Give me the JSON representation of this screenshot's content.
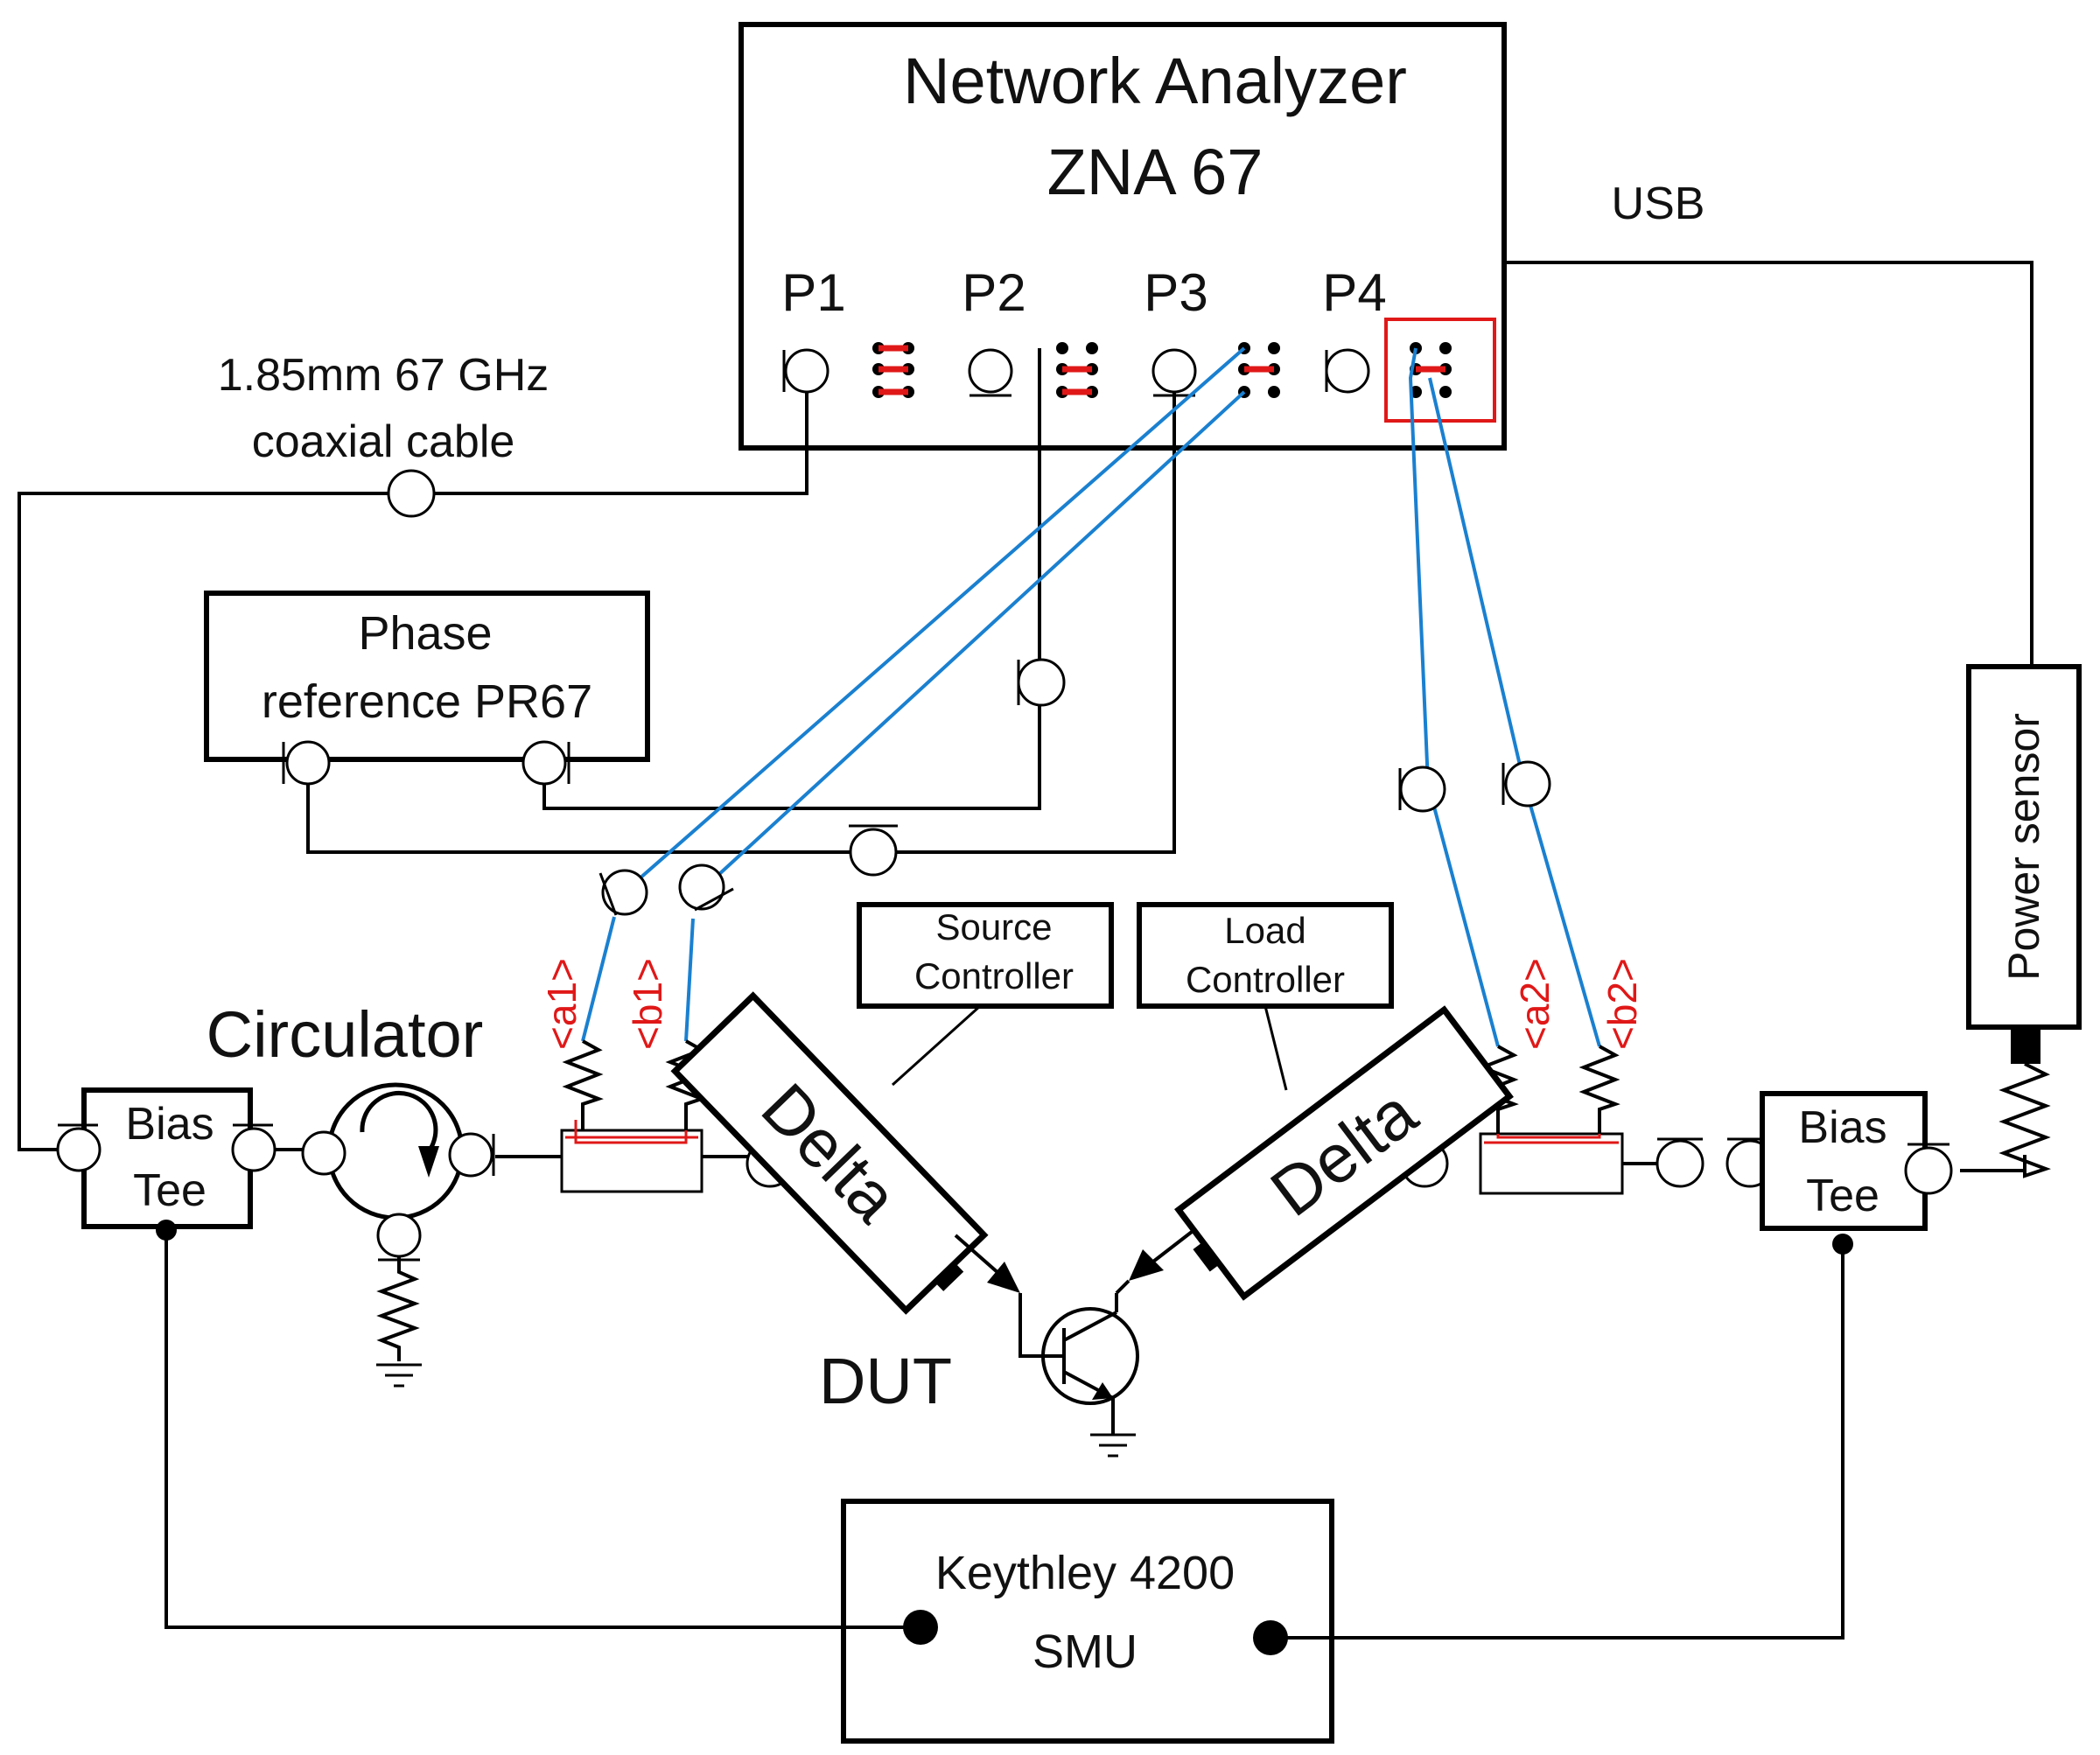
{
  "network_analyzer": {
    "title_line1": "Network Analyzer",
    "title_line2": "ZNA 67",
    "ports": [
      "P1",
      "P2",
      "P3",
      "P4"
    ]
  },
  "usb_label": "USB",
  "cable_label": {
    "line1": "1.85mm 67 GHz",
    "line2": "coaxial cable"
  },
  "phase_reference": {
    "line1": "Phase",
    "line2": "reference PR67"
  },
  "power_sensor_label": "Power sensor",
  "circulator_label": "Circulator",
  "bias_tee_left": {
    "line1": "Bias",
    "line2": "Tee"
  },
  "bias_tee_right": {
    "line1": "Bias",
    "line2": "Tee"
  },
  "source_controller": {
    "line1": "Source",
    "line2": "Controller"
  },
  "load_controller": {
    "line1": "Load",
    "line2": "Controller"
  },
  "delta_source_label": "Delta",
  "delta_load_label": "Delta",
  "dut_label": "DUT",
  "smu": {
    "line1": "Keythley 4200",
    "line2": "SMU"
  },
  "coupler_labels": [
    "<a1>",
    "<b1>",
    "<a2>",
    "<b2>"
  ],
  "colors": {
    "wire": "#000000",
    "coupler_line": "#1a80d0",
    "coupler_label": "#e01818",
    "highlight": "#e01818"
  }
}
